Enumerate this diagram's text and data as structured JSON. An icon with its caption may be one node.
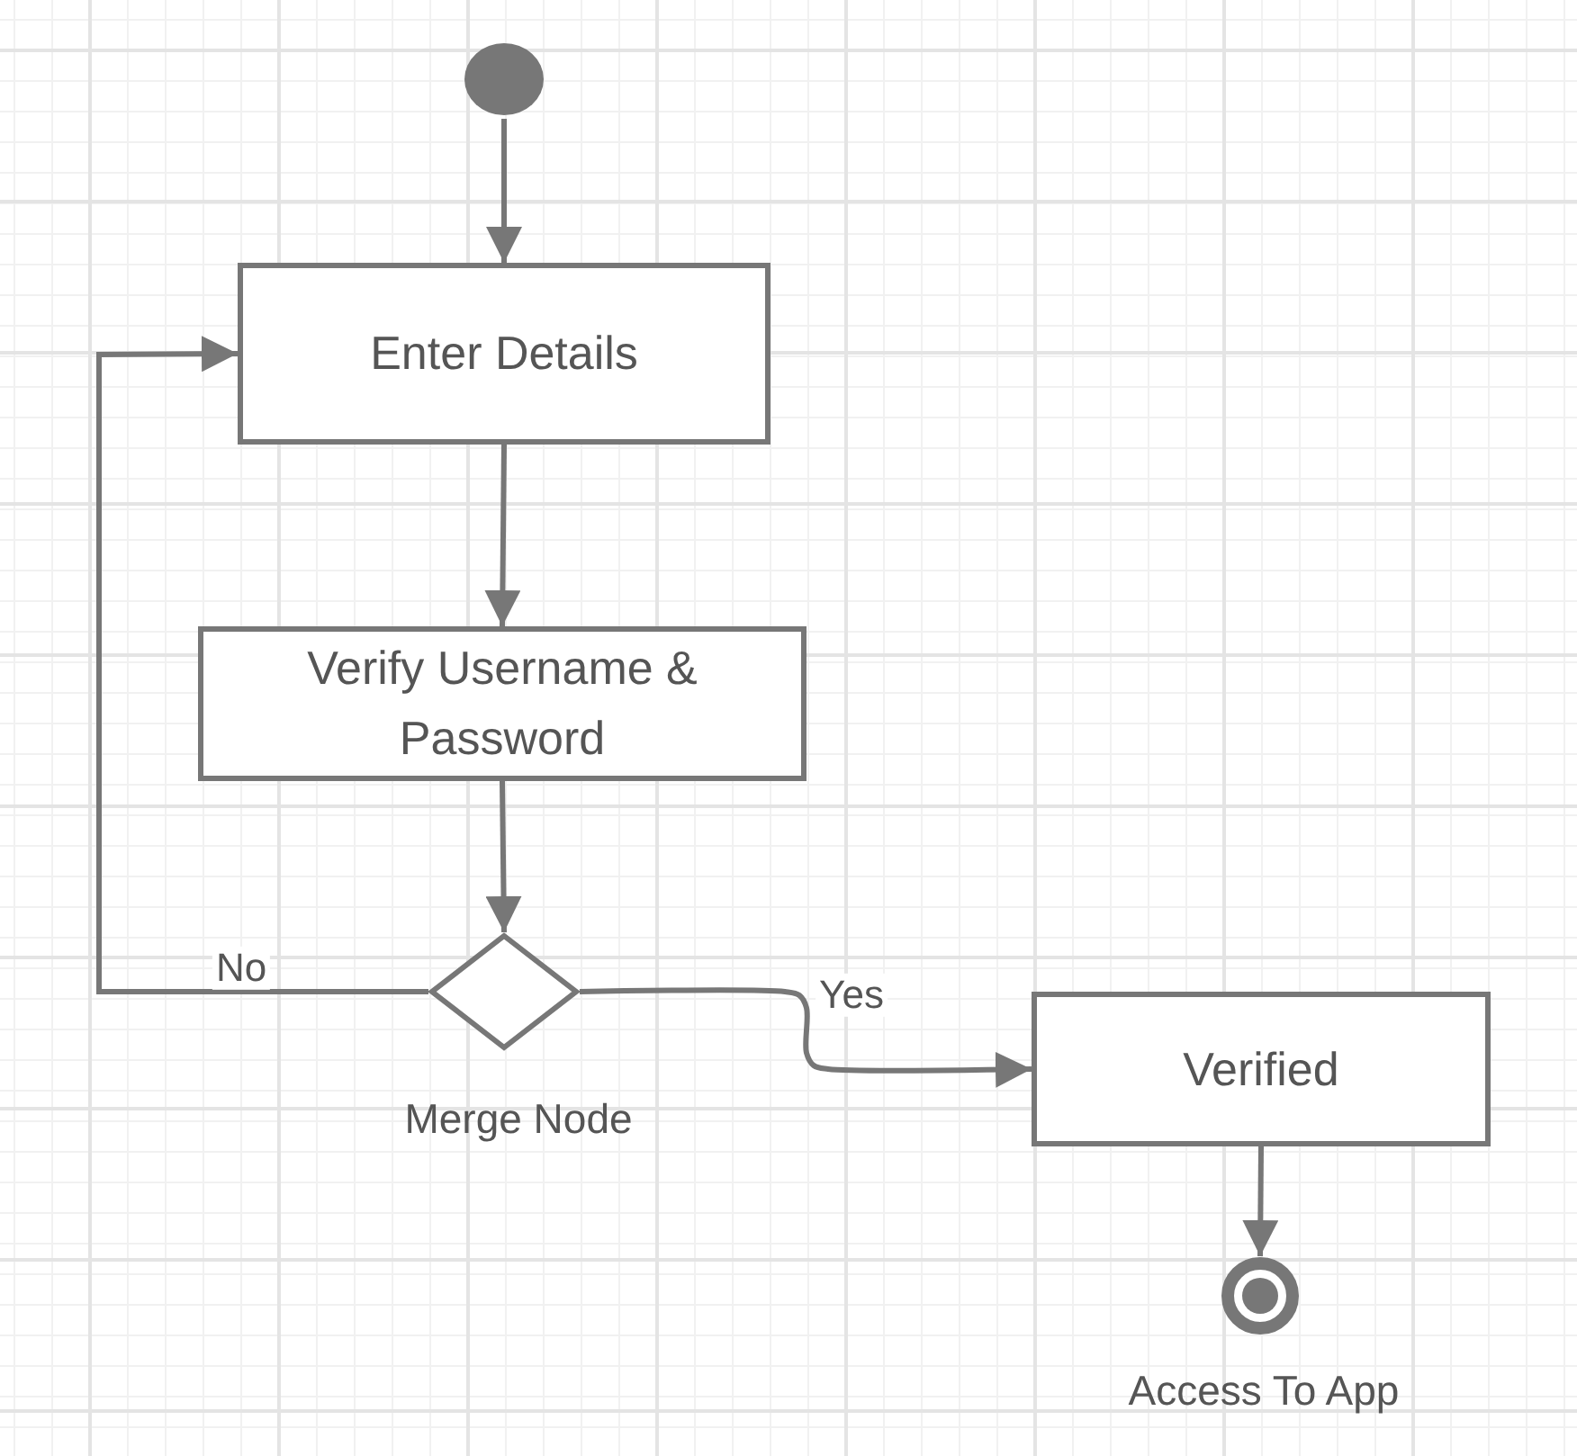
{
  "diagram": {
    "nodes": [
      {
        "text": [],
        "shape": "circle"
      },
      {
        "text": [
          "Enter Details"
        ]
      },
      {
        "text": [
          "Verify Username & Password"
        ]
      },
      {
        "text": [],
        "shape": "diamond",
        "beside": [
          "Merge Node"
        ]
      },
      {
        "text": [
          "Verified"
        ]
      },
      {
        "text": [],
        "shape": "circle",
        "beside": [
          "Access To App"
        ]
      }
    ],
    "edges": [
      {
        "from": 0,
        "to": 1,
        "arrow": "to"
      },
      {
        "from": 1,
        "to": 2,
        "arrow": "to"
      },
      {
        "from": 2,
        "to": 3,
        "arrow": "to"
      },
      {
        "from": 3,
        "to": 1,
        "arrow": "to",
        "label": "No"
      },
      {
        "from": 3,
        "to": 4,
        "arrow": "to",
        "label": "Yes"
      },
      {
        "from": 4,
        "to": 5,
        "arrow": "to"
      }
    ]
  }
}
